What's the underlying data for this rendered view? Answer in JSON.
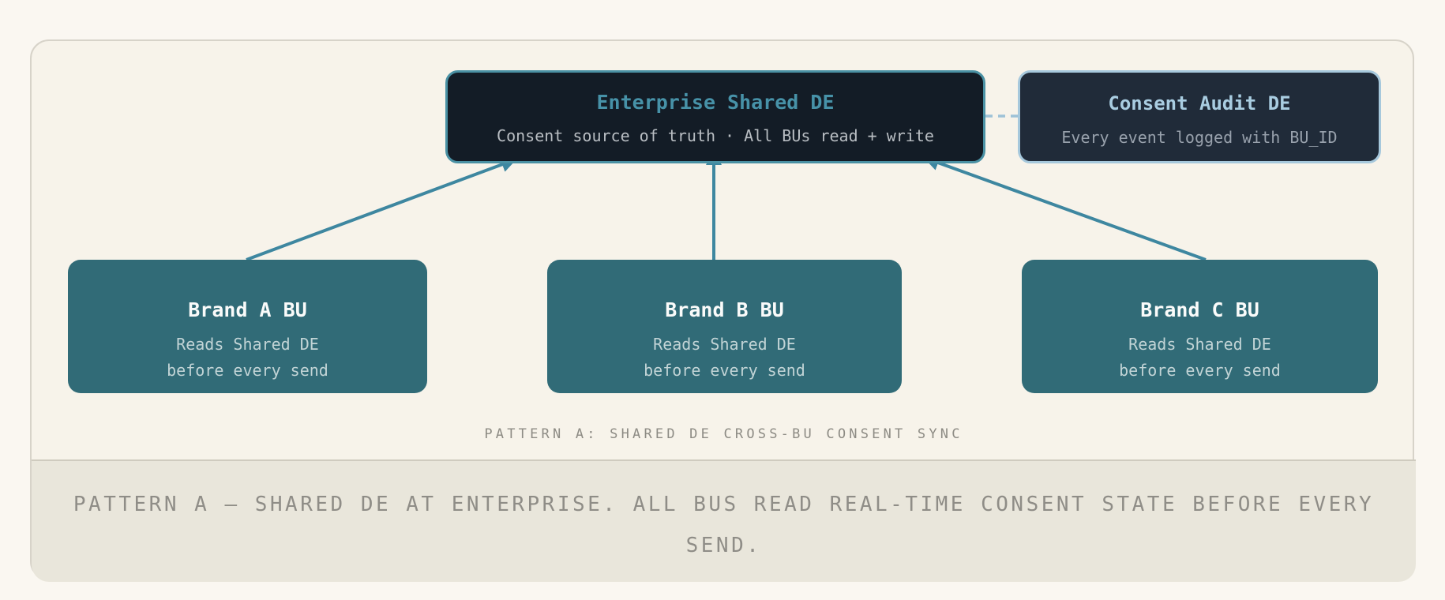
{
  "diagram": {
    "caption": "PATTERN A: SHARED DE CROSS-BU CONSENT SYNC"
  },
  "nodes": {
    "enterprise": {
      "title": "Enterprise Shared DE",
      "subtitle": "Consent source of truth · All BUs read + write"
    },
    "audit": {
      "title": "Consent Audit DE",
      "subtitle": "Every event logged with BU_ID"
    },
    "brand_a": {
      "title": "Brand A BU",
      "subtitle_line1": "Reads Shared DE",
      "subtitle_line2": "before every send"
    },
    "brand_b": {
      "title": "Brand B BU",
      "subtitle_line1": "Reads Shared DE",
      "subtitle_line2": "before every send"
    },
    "brand_c": {
      "title": "Brand C BU",
      "subtitle_line1": "Reads Shared DE",
      "subtitle_line2": "before every send"
    }
  },
  "edges": [
    {
      "from": "brand_a",
      "to": "enterprise",
      "style": "solid-arrow"
    },
    {
      "from": "brand_b",
      "to": "enterprise",
      "style": "solid-arrow"
    },
    {
      "from": "brand_c",
      "to": "enterprise",
      "style": "solid-arrow"
    },
    {
      "from": "enterprise",
      "to": "audit",
      "style": "dashed-line"
    }
  ],
  "footer": {
    "text": "PATTERN A — SHARED DE AT ENTERPRISE. ALL BUS READ REAL-TIME CONSENT STATE BEFORE EVERY SEND."
  },
  "colors": {
    "page_background": "#faf7f1",
    "card_background": "#f7f3ea",
    "card_border": "#d7d3c9",
    "enterprise_fill": "#131c26",
    "enterprise_border": "#4a91a4",
    "enterprise_title": "#4792a8",
    "audit_fill": "#202b39",
    "audit_border": "#a6c8dc",
    "audit_title": "#a9cde1",
    "brand_fill": "#316b77",
    "arrow": "#3e87a0",
    "dashed_connector": "#9ec2d7",
    "caption_text": "#8d8b84",
    "footer_background": "#e9e6db",
    "footer_text": "#8f8d87"
  }
}
